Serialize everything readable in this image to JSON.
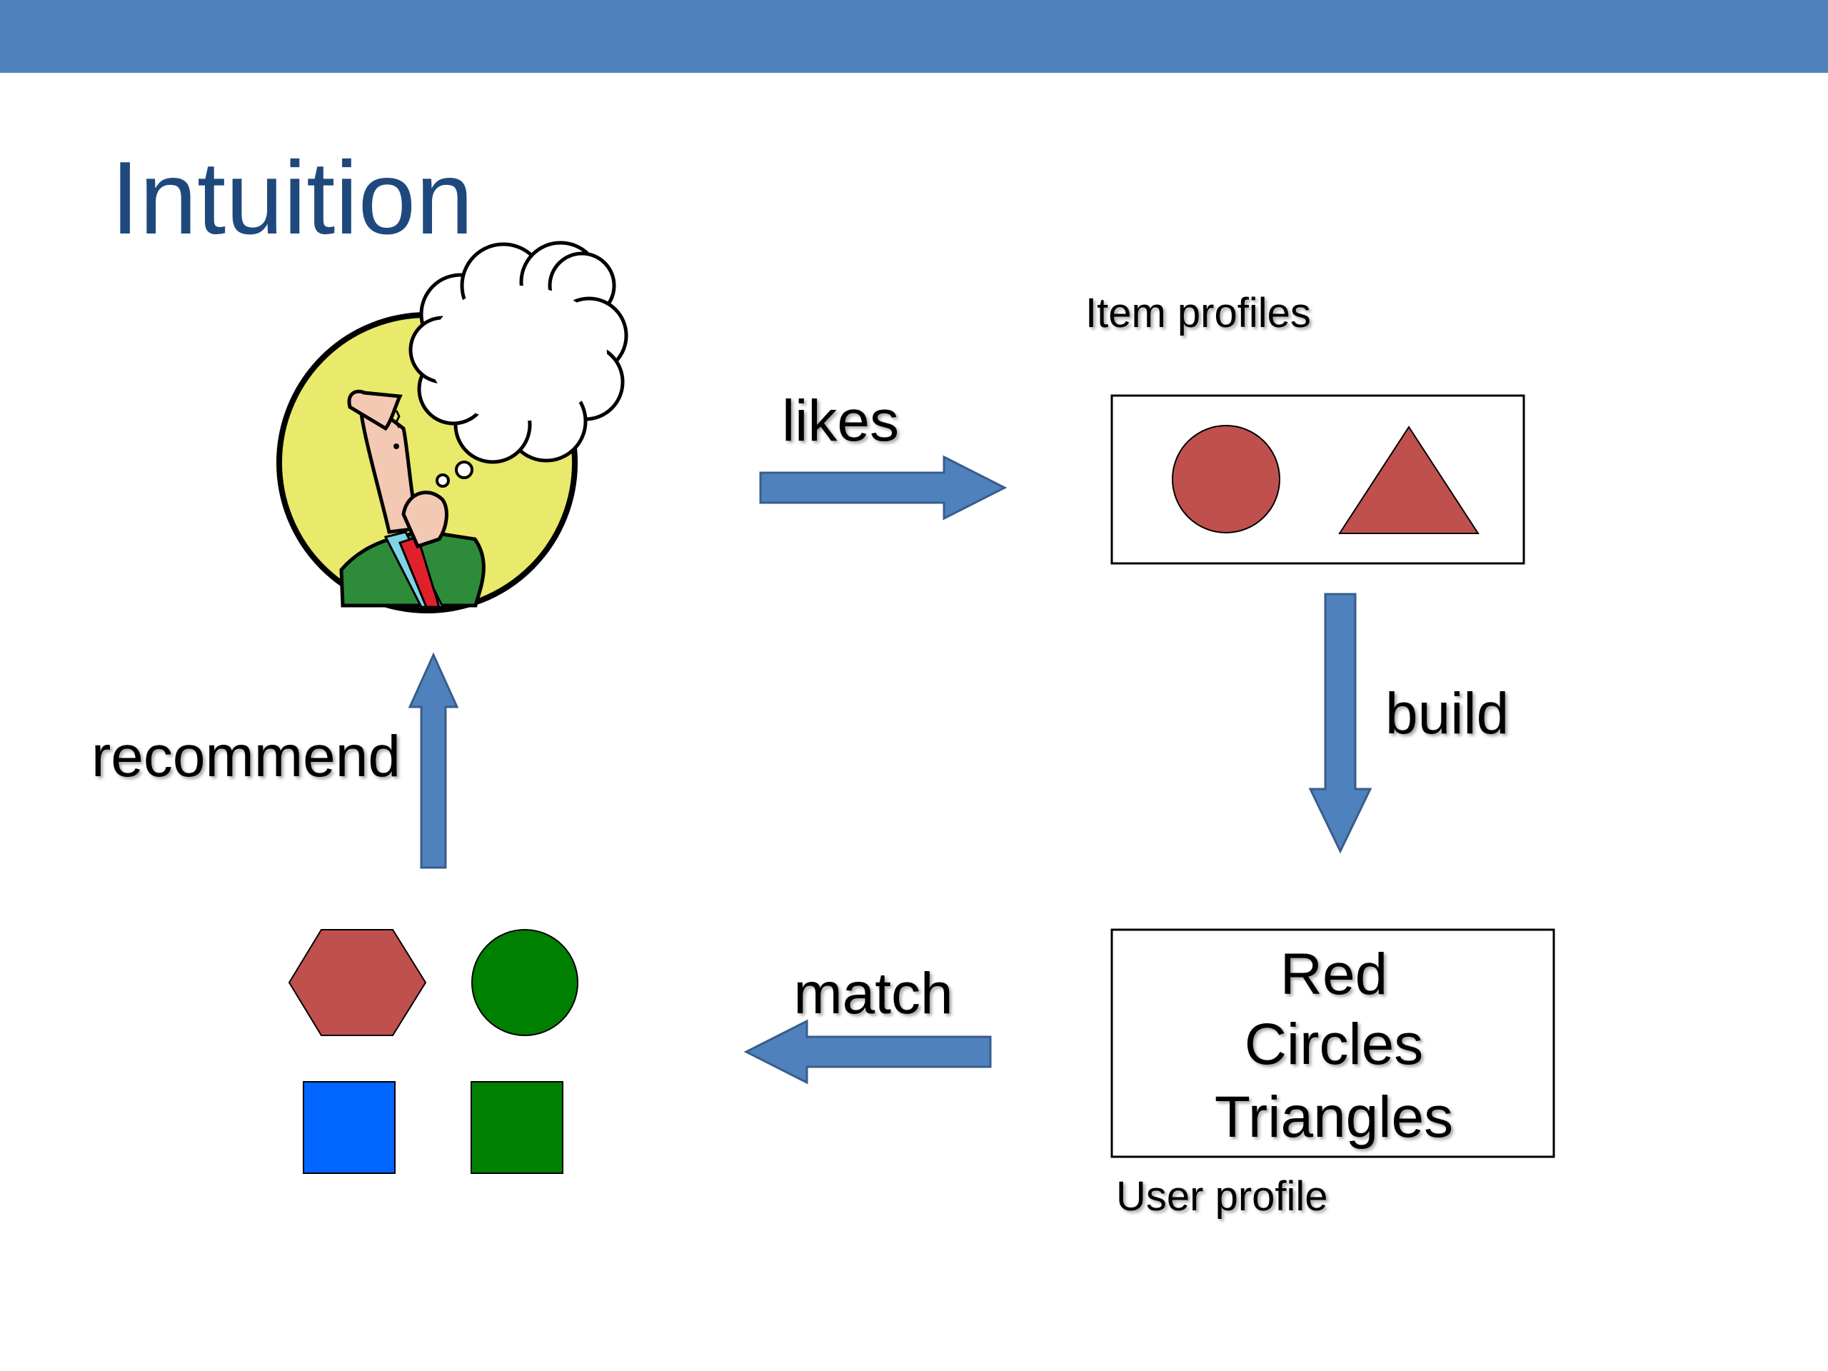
{
  "slide": {
    "title": "Intuition",
    "colors": {
      "top_band": "#4f81bd",
      "title": "#1f497d",
      "arrow_fill": "#4f81bd",
      "arrow_stroke": "#385d8a",
      "shape_red": "#c0504d",
      "shape_green": "#008000",
      "shape_blue": "#0066ff"
    }
  },
  "diagram": {
    "item_profiles_label": "Item profiles",
    "user_profile_label": "User profile",
    "user_profile_lines": [
      "Red",
      "Circles",
      "Triangles"
    ],
    "arrows": {
      "likes": "likes",
      "build": "build",
      "match": "match",
      "recommend": "recommend"
    },
    "icons": {
      "user": "thinking-person-icon",
      "item_shapes": [
        "red-circle-icon",
        "red-triangle-icon"
      ],
      "candidate_shapes": [
        "red-hexagon-icon",
        "green-circle-icon",
        "blue-square-icon",
        "green-square-icon"
      ]
    }
  }
}
